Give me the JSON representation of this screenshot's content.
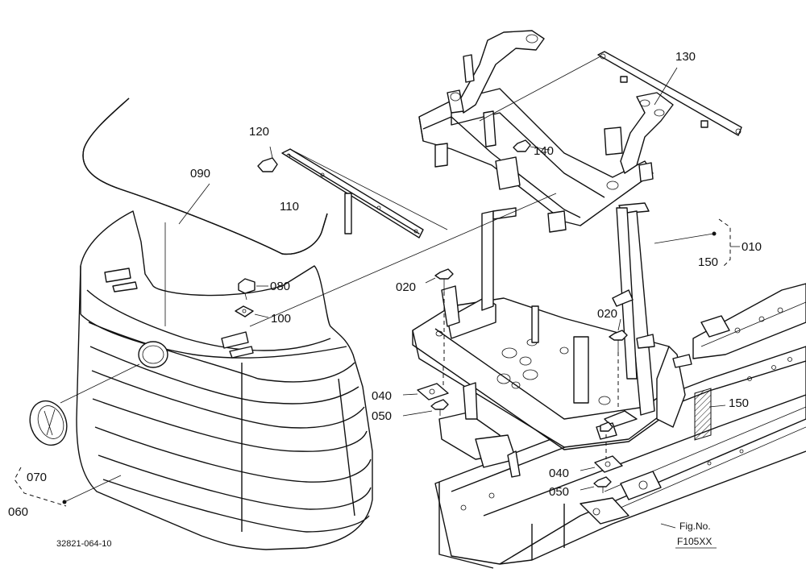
{
  "labels": {
    "p010": "010",
    "p020a": "020",
    "p020b": "020",
    "p040a": "040",
    "p040b": "040",
    "p050a": "050",
    "p050b": "050",
    "p060": "060",
    "p070": "070",
    "p080": "080",
    "p090": "090",
    "p100": "100",
    "p110": "110",
    "p120": "120",
    "p130": "130",
    "p140": "140",
    "p150a": "150",
    "p150b": "150"
  },
  "drawing_code": "32821-064-10",
  "fig": {
    "line1": "Fig.No.",
    "line2": "F105XX"
  }
}
